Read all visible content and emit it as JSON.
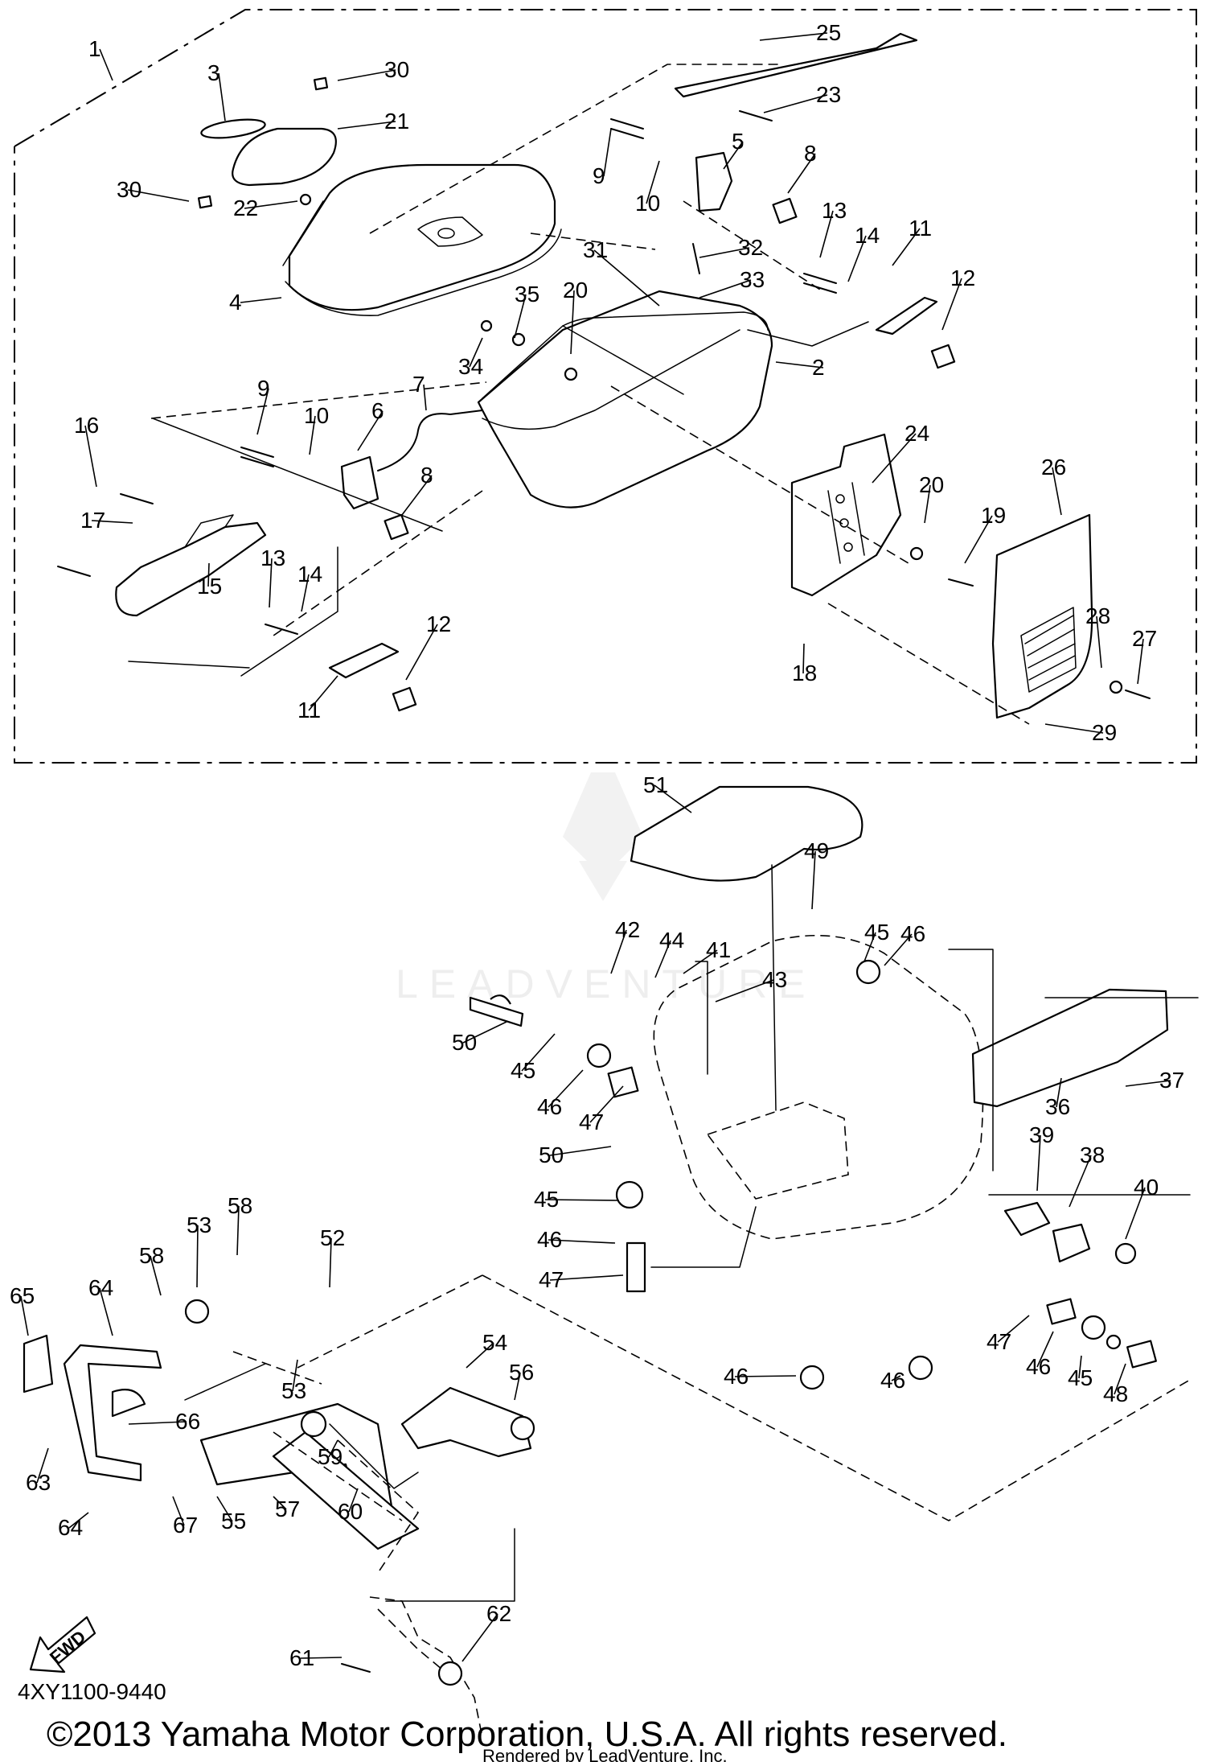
{
  "diagram": {
    "reference_code": "4XY1100-9440",
    "copyright": "©2013 Yamaha Motor Corporation, U.S.A. All rights reserved.",
    "rendered_by": "Rendered by LeadVenture, Inc.",
    "watermark": "LEADVENTURE",
    "fwd_label": "FWD",
    "callouts": [
      "1",
      "2",
      "3",
      "4",
      "5",
      "6",
      "7",
      "8",
      "8",
      "9",
      "9",
      "10",
      "10",
      "11",
      "11",
      "12",
      "12",
      "13",
      "13",
      "14",
      "14",
      "15",
      "16",
      "17",
      "18",
      "19",
      "20",
      "20",
      "21",
      "22",
      "23",
      "24",
      "25",
      "26",
      "27",
      "28",
      "29",
      "30",
      "30",
      "31",
      "32",
      "33",
      "34",
      "35",
      "36",
      "37",
      "38",
      "39",
      "40",
      "41",
      "42",
      "43",
      "44",
      "45",
      "45",
      "45",
      "45",
      "46",
      "46",
      "46",
      "46",
      "46",
      "46",
      "47",
      "47",
      "47",
      "48",
      "49",
      "50",
      "50",
      "51",
      "52",
      "53",
      "53",
      "54",
      "55",
      "56",
      "57",
      "58",
      "58",
      "59",
      "60",
      "61",
      "62",
      "63",
      "64",
      "64",
      "65",
      "66",
      "67"
    ]
  }
}
